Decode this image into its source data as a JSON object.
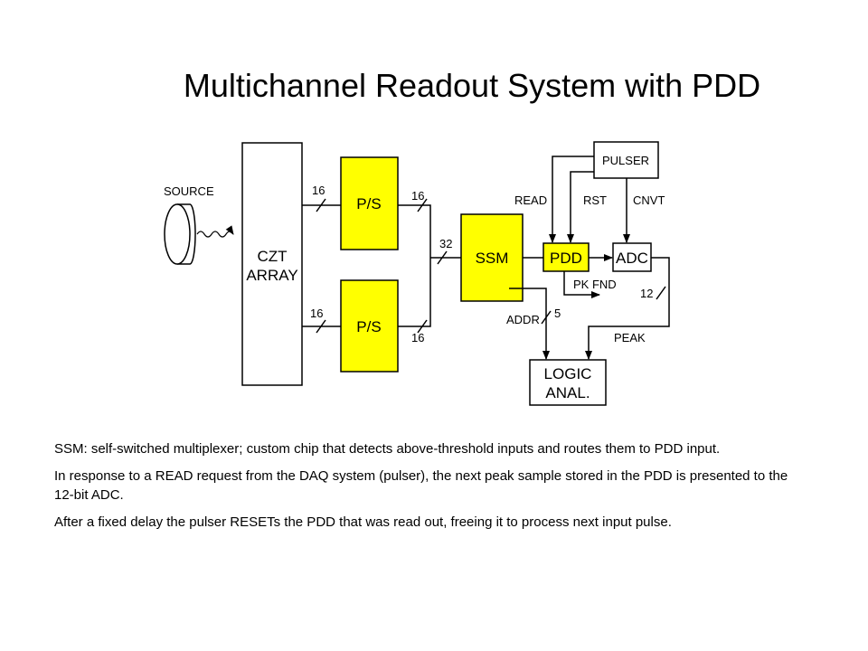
{
  "title": "Multichannel Readout System with PDD",
  "diagram": {
    "source": "SOURCE",
    "czt_line1": "CZT",
    "czt_line2": "ARRAY",
    "ps_top": "P/S",
    "ps_bottom": "P/S",
    "ssm": "SSM",
    "pdd": "PDD",
    "adc": "ADC",
    "pulser": "PULSER",
    "logic_line1": "LOGIC",
    "logic_line2": "ANAL.",
    "bus_in_top": "16",
    "bus_in_bottom": "16",
    "bus_out_top": "16",
    "bus_out_bottom": "16",
    "bus_ssm": "32",
    "bus_addr": "5",
    "bus_peak": "12",
    "sig_read": "READ",
    "sig_rst": "RST",
    "sig_cnvt": "CNVT",
    "sig_pkfnd": "PK FND",
    "sig_addr": "ADDR",
    "sig_peak": "PEAK",
    "yellow": "#ffff00"
  },
  "notes": [
    "SSM: self-switched multiplexer; custom chip that detects above-threshold inputs and routes them to PDD input.",
    "In response to a READ request from the DAQ system (pulser), the next peak sample stored in the PDD is presented to the 12-bit ADC.",
    "After a fixed delay the pulser RESETs the PDD that was read out, freeing it to process next input pulse."
  ]
}
